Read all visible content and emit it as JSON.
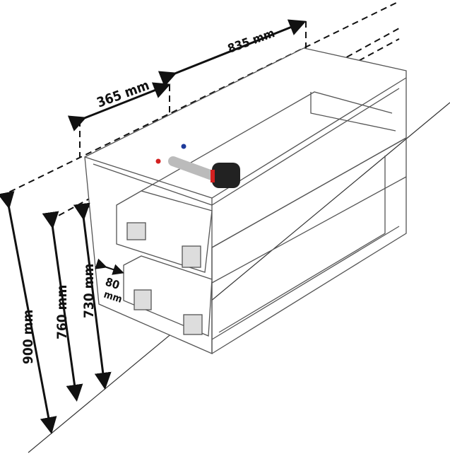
{
  "dimensions": {
    "width_total": "835 mm",
    "width_left": "365 mm",
    "height_total": "900 mm",
    "height_mid": "760 mm",
    "height_low": "730 mm",
    "offset_label_num": "80",
    "offset_label_unit": "mm"
  },
  "colors": {
    "line": "#111111",
    "cabinet": "#555555",
    "pipe_red": "#d32020",
    "pipe_blue": "#1e3a9a"
  }
}
